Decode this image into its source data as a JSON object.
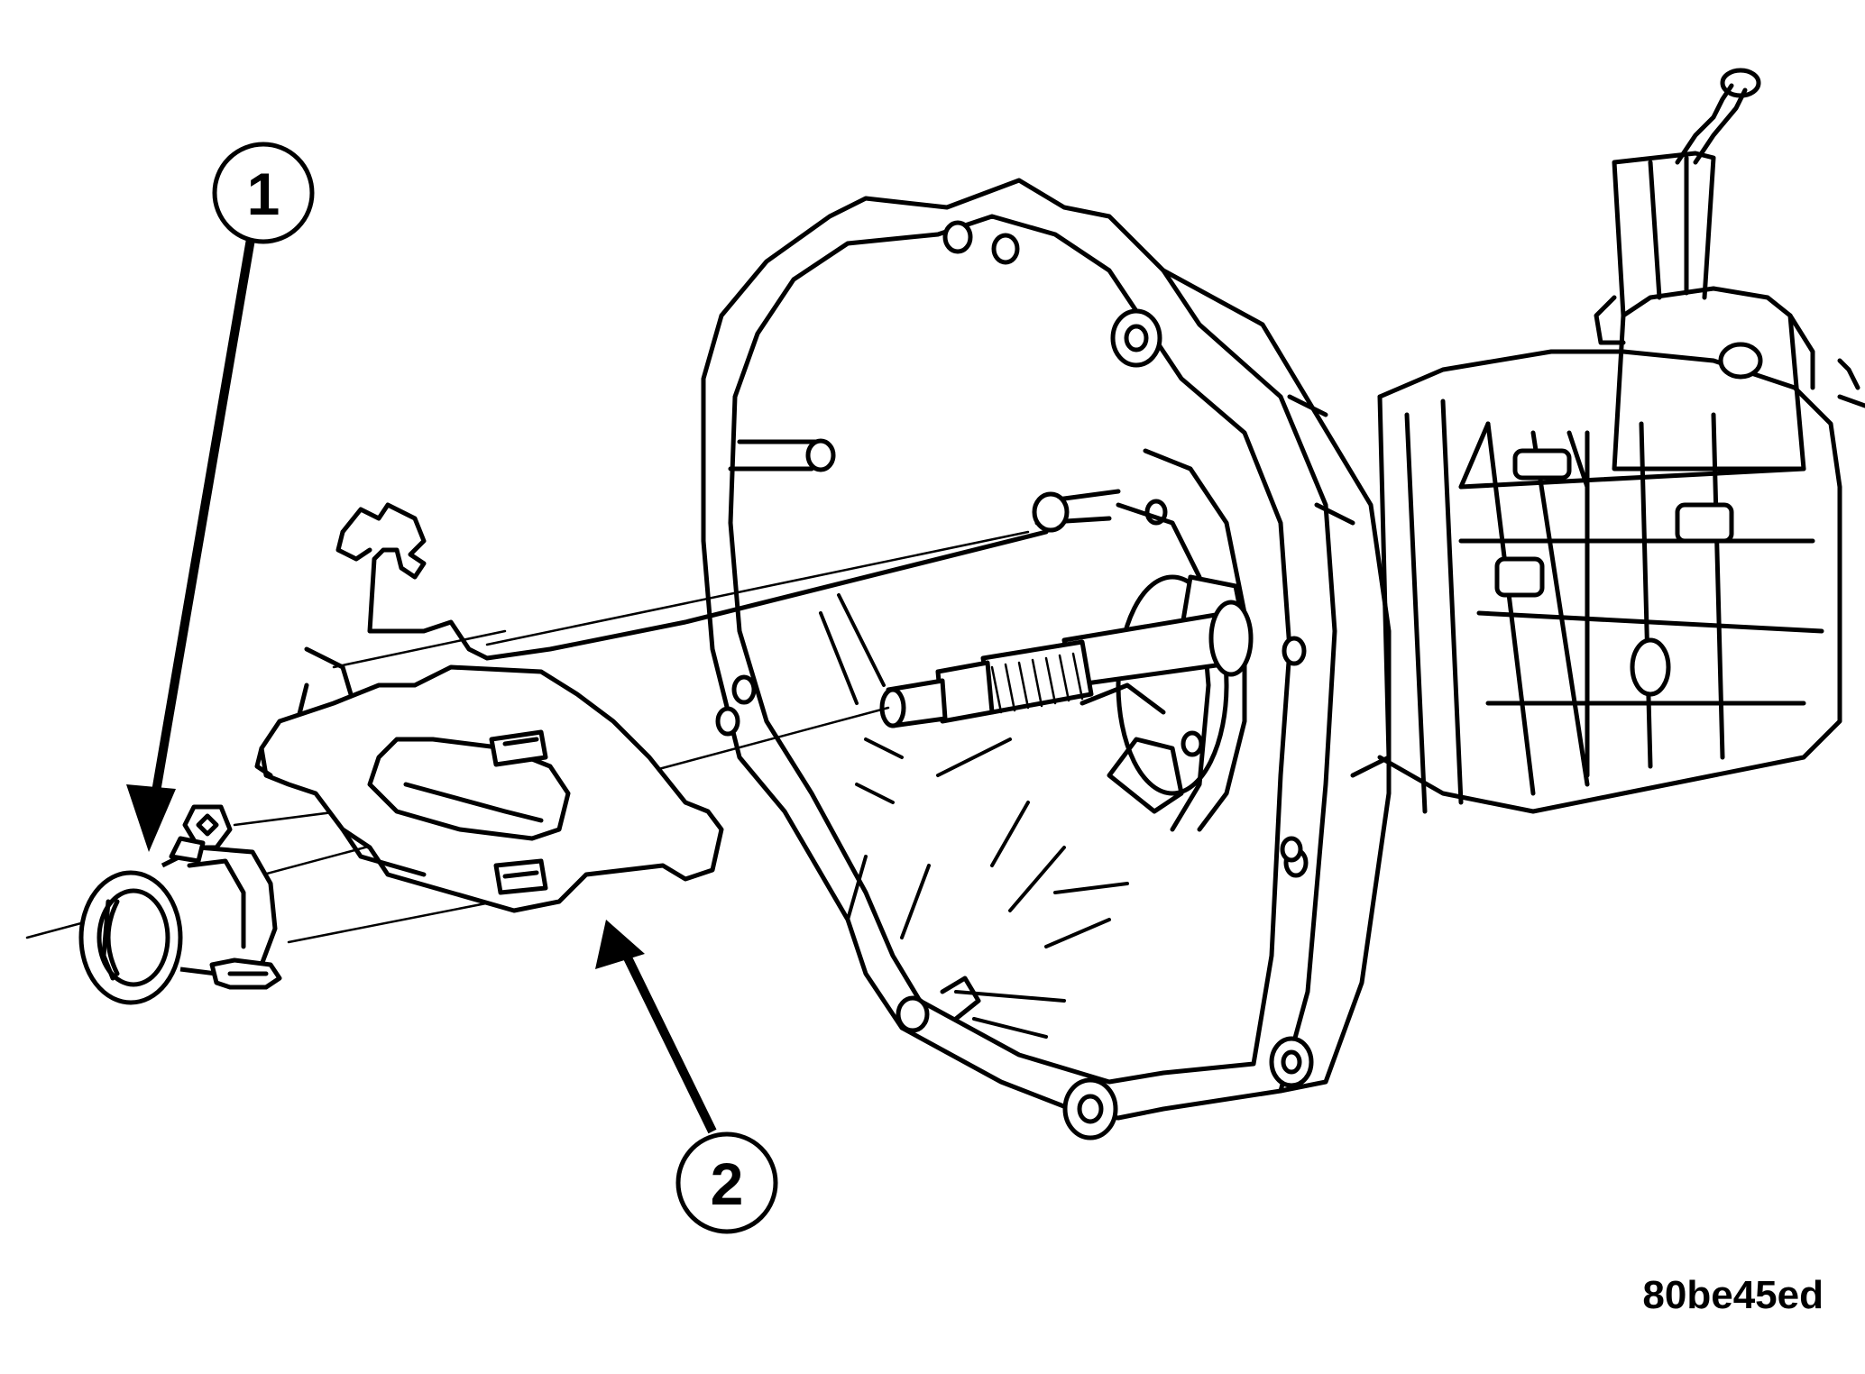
{
  "callouts": [
    {
      "label": "1"
    },
    {
      "label": "2"
    }
  ],
  "figure_id": "80be45ed",
  "colors": {
    "ink": "#000000",
    "paper": "#ffffff"
  }
}
